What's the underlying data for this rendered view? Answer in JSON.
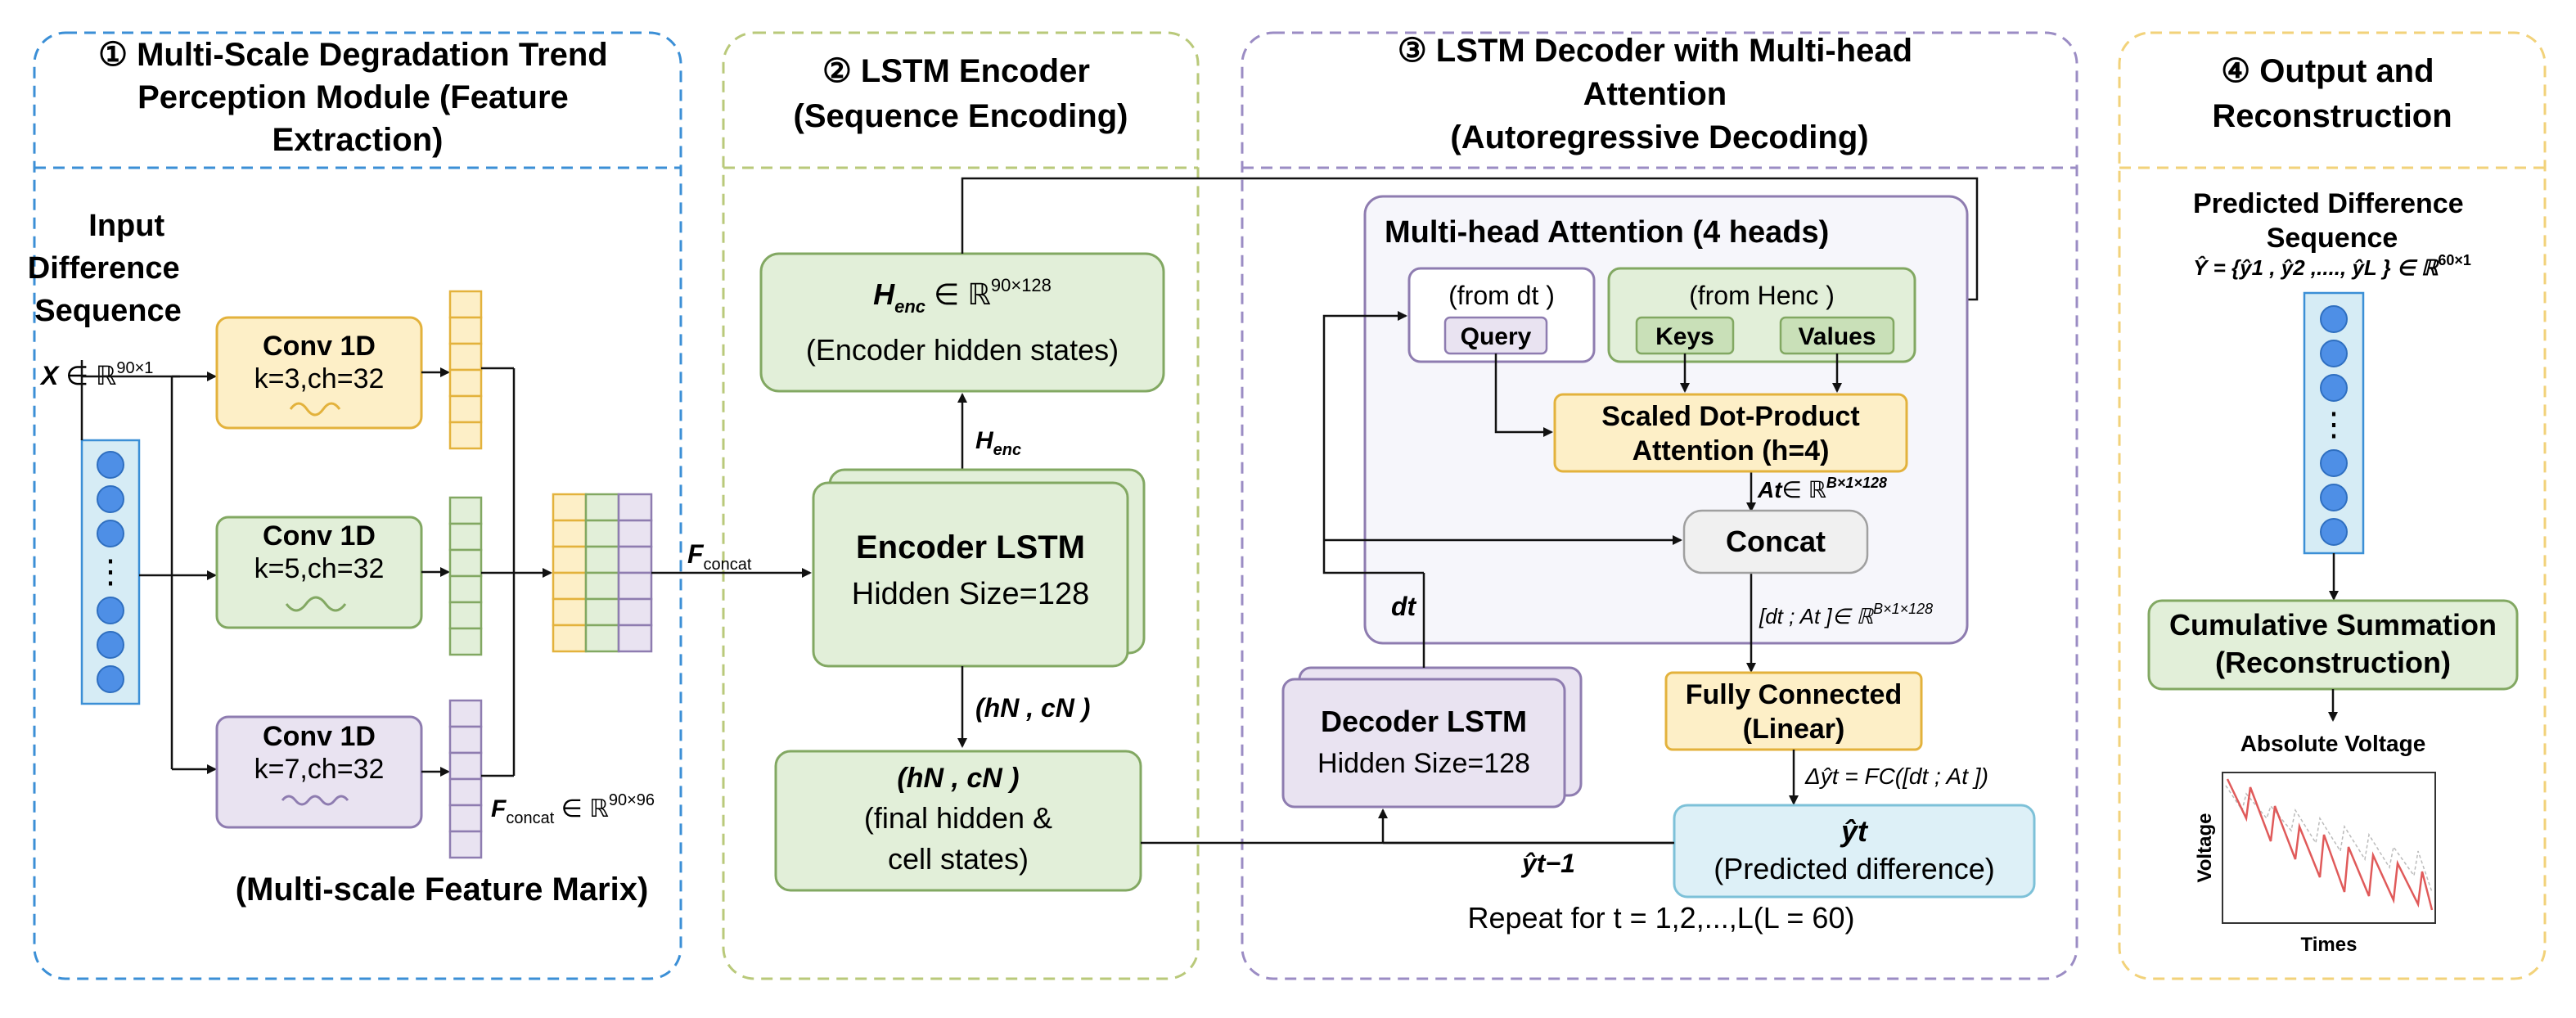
{
  "panels": {
    "p1": {
      "title_lines": [
        "① Multi-Scale Degradation Trend",
        "Perception Module (Feature",
        "Extraction)"
      ]
    },
    "p2": {
      "title_lines": [
        "② LSTM Encoder",
        "(Sequence Encoding)"
      ]
    },
    "p3": {
      "title_lines": [
        "③ LSTM Decoder with Multi-head",
        "Attention",
        "(Autoregressive Decoding)"
      ]
    },
    "p4": {
      "title_lines": [
        "④ Output and",
        "Reconstruction"
      ]
    }
  },
  "input": {
    "title_lines": [
      "Input",
      "Difference",
      "Sequence"
    ],
    "formula": {
      "var": "X",
      "rel": " ∈ ℝ",
      "sup": "90×1"
    },
    "ellipsis": "⋮"
  },
  "convs": [
    {
      "title": "Conv 1D",
      "params": "k=3,ch=32",
      "fill": "#FDEFC7",
      "stroke": "#E3B23C"
    },
    {
      "title": "Conv 1D",
      "params": "k=5,ch=32",
      "fill": "#E2EFD9",
      "stroke": "#82A862"
    },
    {
      "title": "Conv 1D",
      "params": "k=7,ch=32",
      "fill": "#E9E3F1",
      "stroke": "#8E7CB0"
    }
  ],
  "fconcat": {
    "arrow_label": {
      "var": "F",
      "sub": "concat"
    },
    "dim_label": {
      "var": "F",
      "sub": "concat",
      "rel": " ∈ ℝ",
      "sup": "90×96"
    }
  },
  "multiscale_caption": "(Multi-scale Feature Marix)",
  "encoder": {
    "henc_box": {
      "var": "H",
      "sub": "enc",
      "rel": " ∈ ℝ",
      "sup": "90×128",
      "desc": "(Encoder hidden states)"
    },
    "henc_arrow": {
      "var": "H",
      "sub": "enc"
    },
    "lstm": {
      "title": "Encoder   LSTM",
      "hidden": "Hidden Size=128"
    },
    "hc_arrow": "(hN , cN )",
    "final_box": {
      "line1": "(hN , cN )",
      "line2": "(final hidden  &",
      "line3": "cell states)"
    }
  },
  "decoder": {
    "mha_title": "Multi-head Attention  (4 heads)",
    "query_from": "(from dt )",
    "query": "Query",
    "kv_from": "(from Henc )",
    "keys": "Keys",
    "values": "Values",
    "sdp_lines": [
      "Scaled Dot-Product",
      "Attention (h=4)"
    ],
    "at_label": {
      "var": "At",
      "rel": "∈ ℝ",
      "sup": "B×1×128"
    },
    "concat": "Concat",
    "dtat_label": {
      "text": "[dt ; At ]∈ ℝ",
      "sup": "B×1×128"
    },
    "fc_lines": [
      "Fully Connected",
      "(Linear)"
    ],
    "delta_label": "Δŷt  = FC([dt ; At ])",
    "pred_lines": [
      "ŷt",
      "(Predicted difference)"
    ],
    "dt_label": "dt",
    "lstm": {
      "title": "Decoder   LSTM",
      "hidden": "Hidden Size=128"
    },
    "yprev_label": "ŷt−1",
    "repeat": "Repeat for t = 1,2,...,L(L = 60)"
  },
  "output": {
    "title_lines": [
      "Predicted Difference",
      "Sequence"
    ],
    "formula": {
      "text": "Ŷ = {ŷ1 , ŷ2 ,...., ŷL } ∈ ℝ",
      "sup": "60×1"
    },
    "ellipsis": "⋮",
    "cumsum_lines": [
      "Cumulative Summation",
      "(Reconstruction)"
    ],
    "abs_voltage": "Absolute Voltage",
    "mini_chart": {
      "ylabel": "Voltage",
      "xlabel": "Times"
    }
  },
  "colors": {
    "blue_dash": "#3B8FD6",
    "green_dash": "#B9C97A",
    "purple_dash": "#9B8CC4",
    "yellow_dash": "#F2D27A",
    "circle_fill": "#4E8FE6",
    "circle_stroke": "#2F6FC0",
    "input_col": "#D6ECF5",
    "green_fill": "#E2EFD9",
    "green_stroke": "#82A862",
    "yellow_fill": "#FDEFC7",
    "yellow_stroke": "#E3B23C",
    "purple_fill": "#E9E3F1",
    "purple_stroke": "#8E7CB0",
    "cyan_fill": "#DDF0F7",
    "cyan_stroke": "#7DC1D8",
    "gray_fill": "#F0F0F0",
    "chart_red": "#E05A5A"
  }
}
